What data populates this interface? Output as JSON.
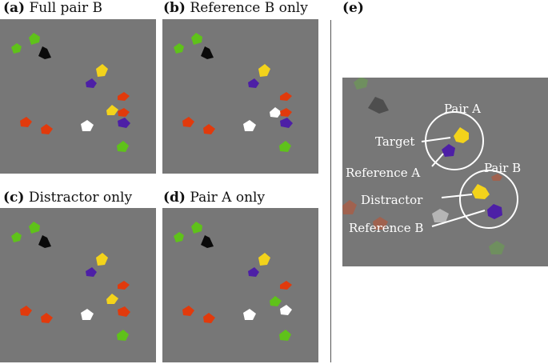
{
  "panels": [
    {
      "id": "a",
      "letter": "(a)",
      "title": "Full pair B"
    },
    {
      "id": "b",
      "letter": "(b)",
      "title": "Reference B only"
    },
    {
      "id": "c",
      "letter": "(c)",
      "title": "Distractor only"
    },
    {
      "id": "d",
      "letter": "(d)",
      "title": "Pair A only"
    },
    {
      "id": "e",
      "letter": "(e)",
      "title": ""
    }
  ],
  "colors": {
    "background": "#777777",
    "green": "#5fc21a",
    "black": "#0a0a0a",
    "yellow": "#f3d31b",
    "purple": "#4d1fa6",
    "red": "#e13a0c",
    "white": "#ffffff"
  },
  "zoom_annotations": {
    "pair_a": "Pair A",
    "pair_b": "Pair B",
    "target": "Target",
    "reference_a": "Reference A",
    "distractor": "Distractor",
    "reference_b": "Reference B"
  }
}
